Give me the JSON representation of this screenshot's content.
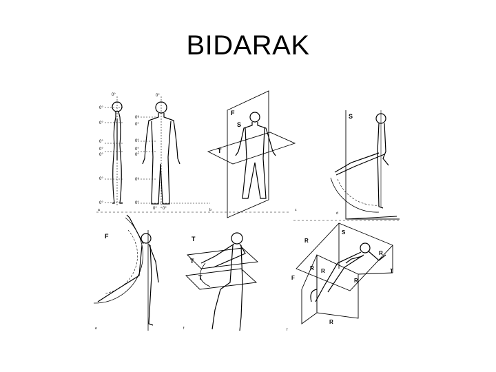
{
  "slide": {
    "title": "BIDARAK"
  },
  "figure": {
    "panels": [
      {
        "id": "a",
        "caption": "a",
        "angle_labels": [
          "0°",
          "0°",
          "0°",
          "0°",
          "0°",
          "0°",
          "0°",
          "0°"
        ]
      },
      {
        "id": "b",
        "caption": "b",
        "angle_labels": [
          "0°",
          "0°",
          "0°",
          "0°",
          "0°",
          "0°",
          "0°",
          "0°",
          "0°",
          "0°"
        ]
      },
      {
        "id": "c",
        "caption": "c",
        "plane_labels": [
          "F",
          "S",
          "T"
        ]
      },
      {
        "id": "d",
        "caption": "d",
        "plane_labels": [
          "S"
        ]
      },
      {
        "id": "e",
        "caption": "e",
        "plane_labels": [
          "F"
        ]
      },
      {
        "id": "f",
        "caption": "f",
        "plane_labels": [
          "T",
          "T",
          "T"
        ]
      },
      {
        "id": "g",
        "caption": "f",
        "plane_labels": [
          "S",
          "R",
          "R",
          "R",
          "F",
          "R",
          "R",
          "T",
          "R"
        ]
      }
    ]
  },
  "colors": {
    "ink": "#000000",
    "background": "#ffffff"
  }
}
